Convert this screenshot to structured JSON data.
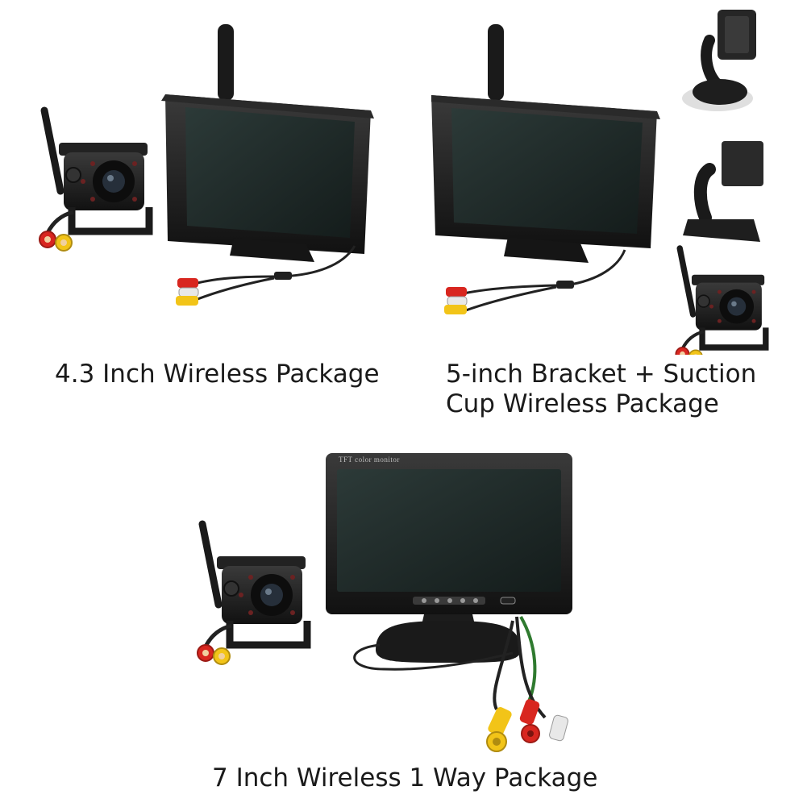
{
  "packages": [
    {
      "caption": "4.3 Inch Wireless Package"
    },
    {
      "caption_lines": [
        "5-inch Bracket + Suction",
        "Cup Wireless Package"
      ]
    },
    {
      "caption": "7 Inch Wireless 1 Way Package"
    }
  ],
  "monitor_7": {
    "bezel_text": "TFT color monitor"
  },
  "colors": {
    "background": "#ffffff",
    "body_black": "#1c1c1c",
    "screen": "#23302f",
    "connector_red": "#d8261f",
    "connector_yellow": "#f2c418",
    "connector_white": "#e8e8e8",
    "cable_green": "#2f7a2f"
  }
}
